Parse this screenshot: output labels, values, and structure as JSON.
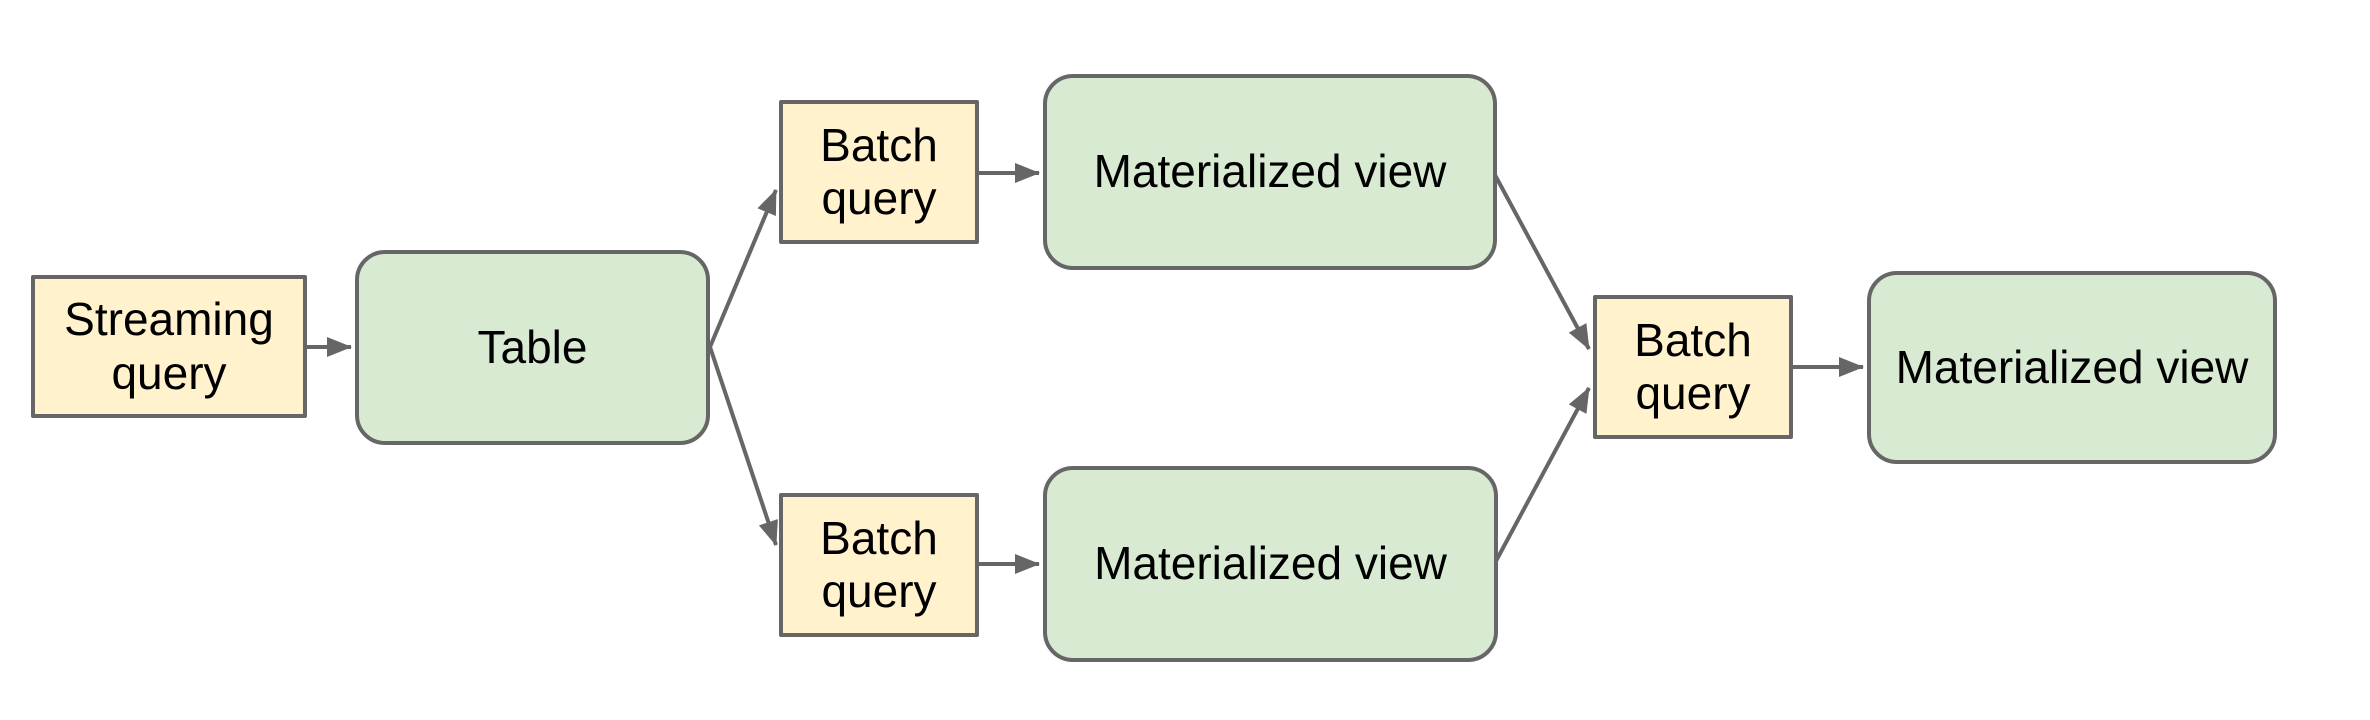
{
  "diagram": {
    "colors": {
      "query_fill": "#fff2cc",
      "table_fill": "#d9ead3",
      "border": "#666666",
      "arrow": "#666666",
      "text": "#000000",
      "background": "#ffffff"
    },
    "nodes": {
      "streaming_query": {
        "label": "Streaming query",
        "shape": "rectangle",
        "fill": "yellow"
      },
      "table": {
        "label": "Table",
        "shape": "rounded-rectangle",
        "fill": "green"
      },
      "batch_query_top": {
        "label": "Batch query",
        "shape": "rectangle",
        "fill": "yellow"
      },
      "materialized_view_top": {
        "label": "Materialized view",
        "shape": "rounded-rectangle",
        "fill": "green"
      },
      "batch_query_bottom": {
        "label": "Batch query",
        "shape": "rectangle",
        "fill": "yellow"
      },
      "materialized_view_bottom": {
        "label": "Materialized view",
        "shape": "rounded-rectangle",
        "fill": "green"
      },
      "batch_query_merge": {
        "label": "Batch query",
        "shape": "rectangle",
        "fill": "yellow"
      },
      "materialized_view_final": {
        "label": "Materialized view",
        "shape": "rounded-rectangle",
        "fill": "green"
      }
    },
    "edges": [
      {
        "from": "streaming_query",
        "to": "table"
      },
      {
        "from": "table",
        "to": "batch_query_top"
      },
      {
        "from": "table",
        "to": "batch_query_bottom"
      },
      {
        "from": "batch_query_top",
        "to": "materialized_view_top"
      },
      {
        "from": "batch_query_bottom",
        "to": "materialized_view_bottom"
      },
      {
        "from": "materialized_view_top",
        "to": "batch_query_merge"
      },
      {
        "from": "materialized_view_bottom",
        "to": "batch_query_merge"
      },
      {
        "from": "batch_query_merge",
        "to": "materialized_view_final"
      }
    ]
  }
}
